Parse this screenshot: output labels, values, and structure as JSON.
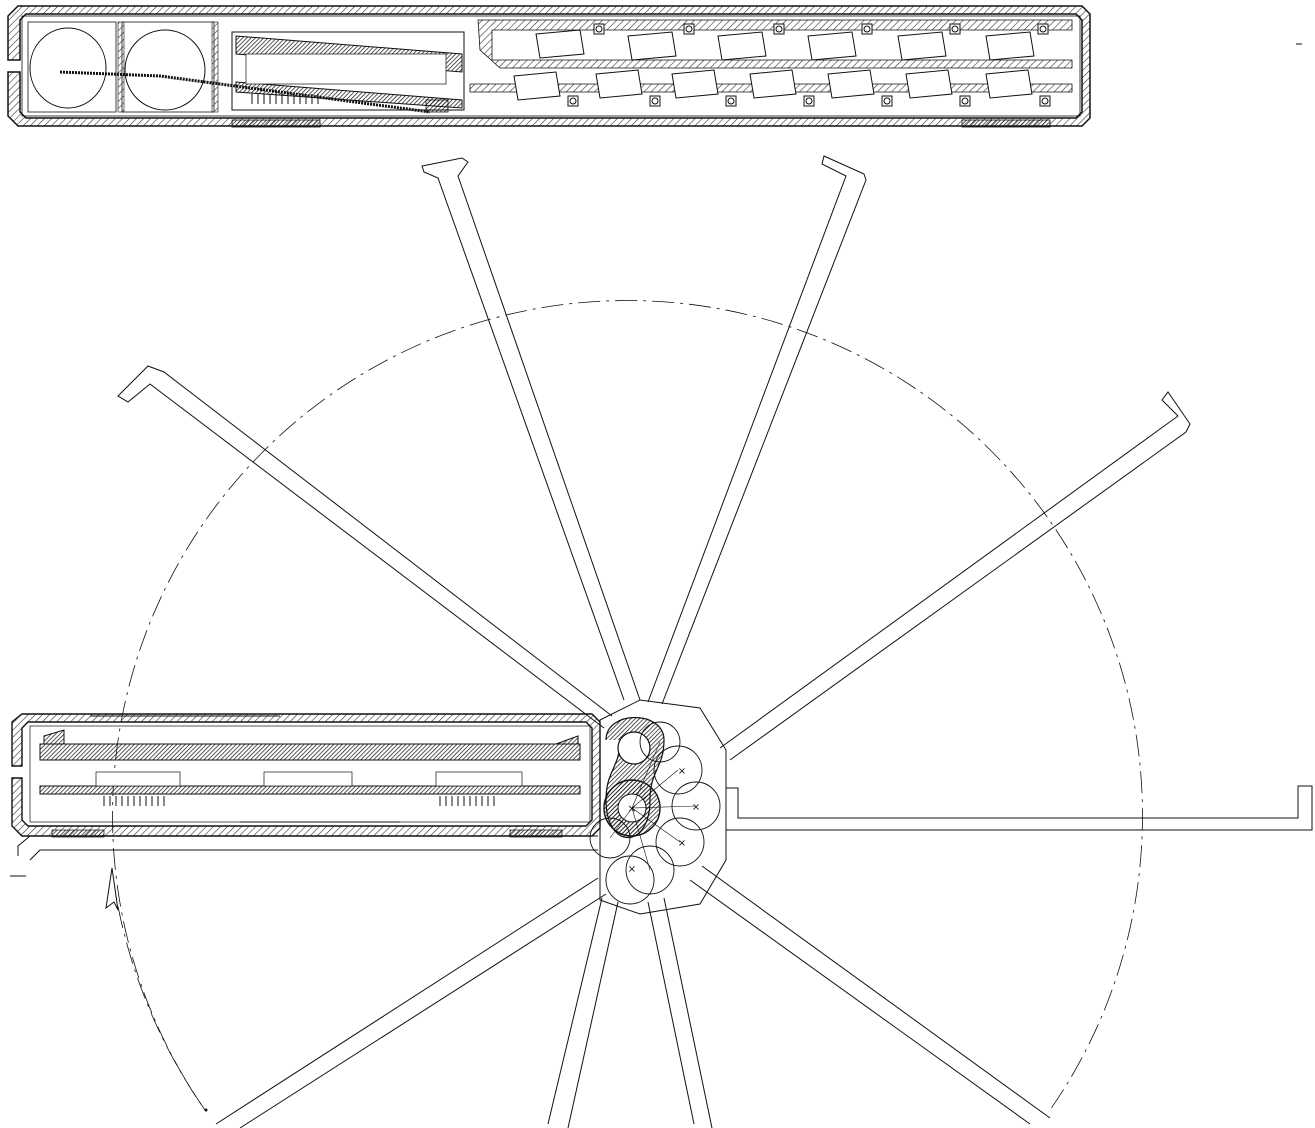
{
  "figure": {
    "kind": "patent-style mechanical line drawing",
    "colors": {
      "ink": "#111111",
      "background": "#ffffff",
      "hatch": "#333333"
    },
    "views": [
      {
        "id": "top-cross-section",
        "description_name": "collapsed-case-cross-section"
      },
      {
        "id": "fan-plan-view",
        "description_name": "radially-deployed-arms-plan-view"
      }
    ],
    "fan": {
      "arm_count": 10,
      "has_dashed_sweep_circle": true,
      "has_rotation_arrow": true
    },
    "hub": {
      "roller_count": 7,
      "center_marker": "×"
    }
  }
}
